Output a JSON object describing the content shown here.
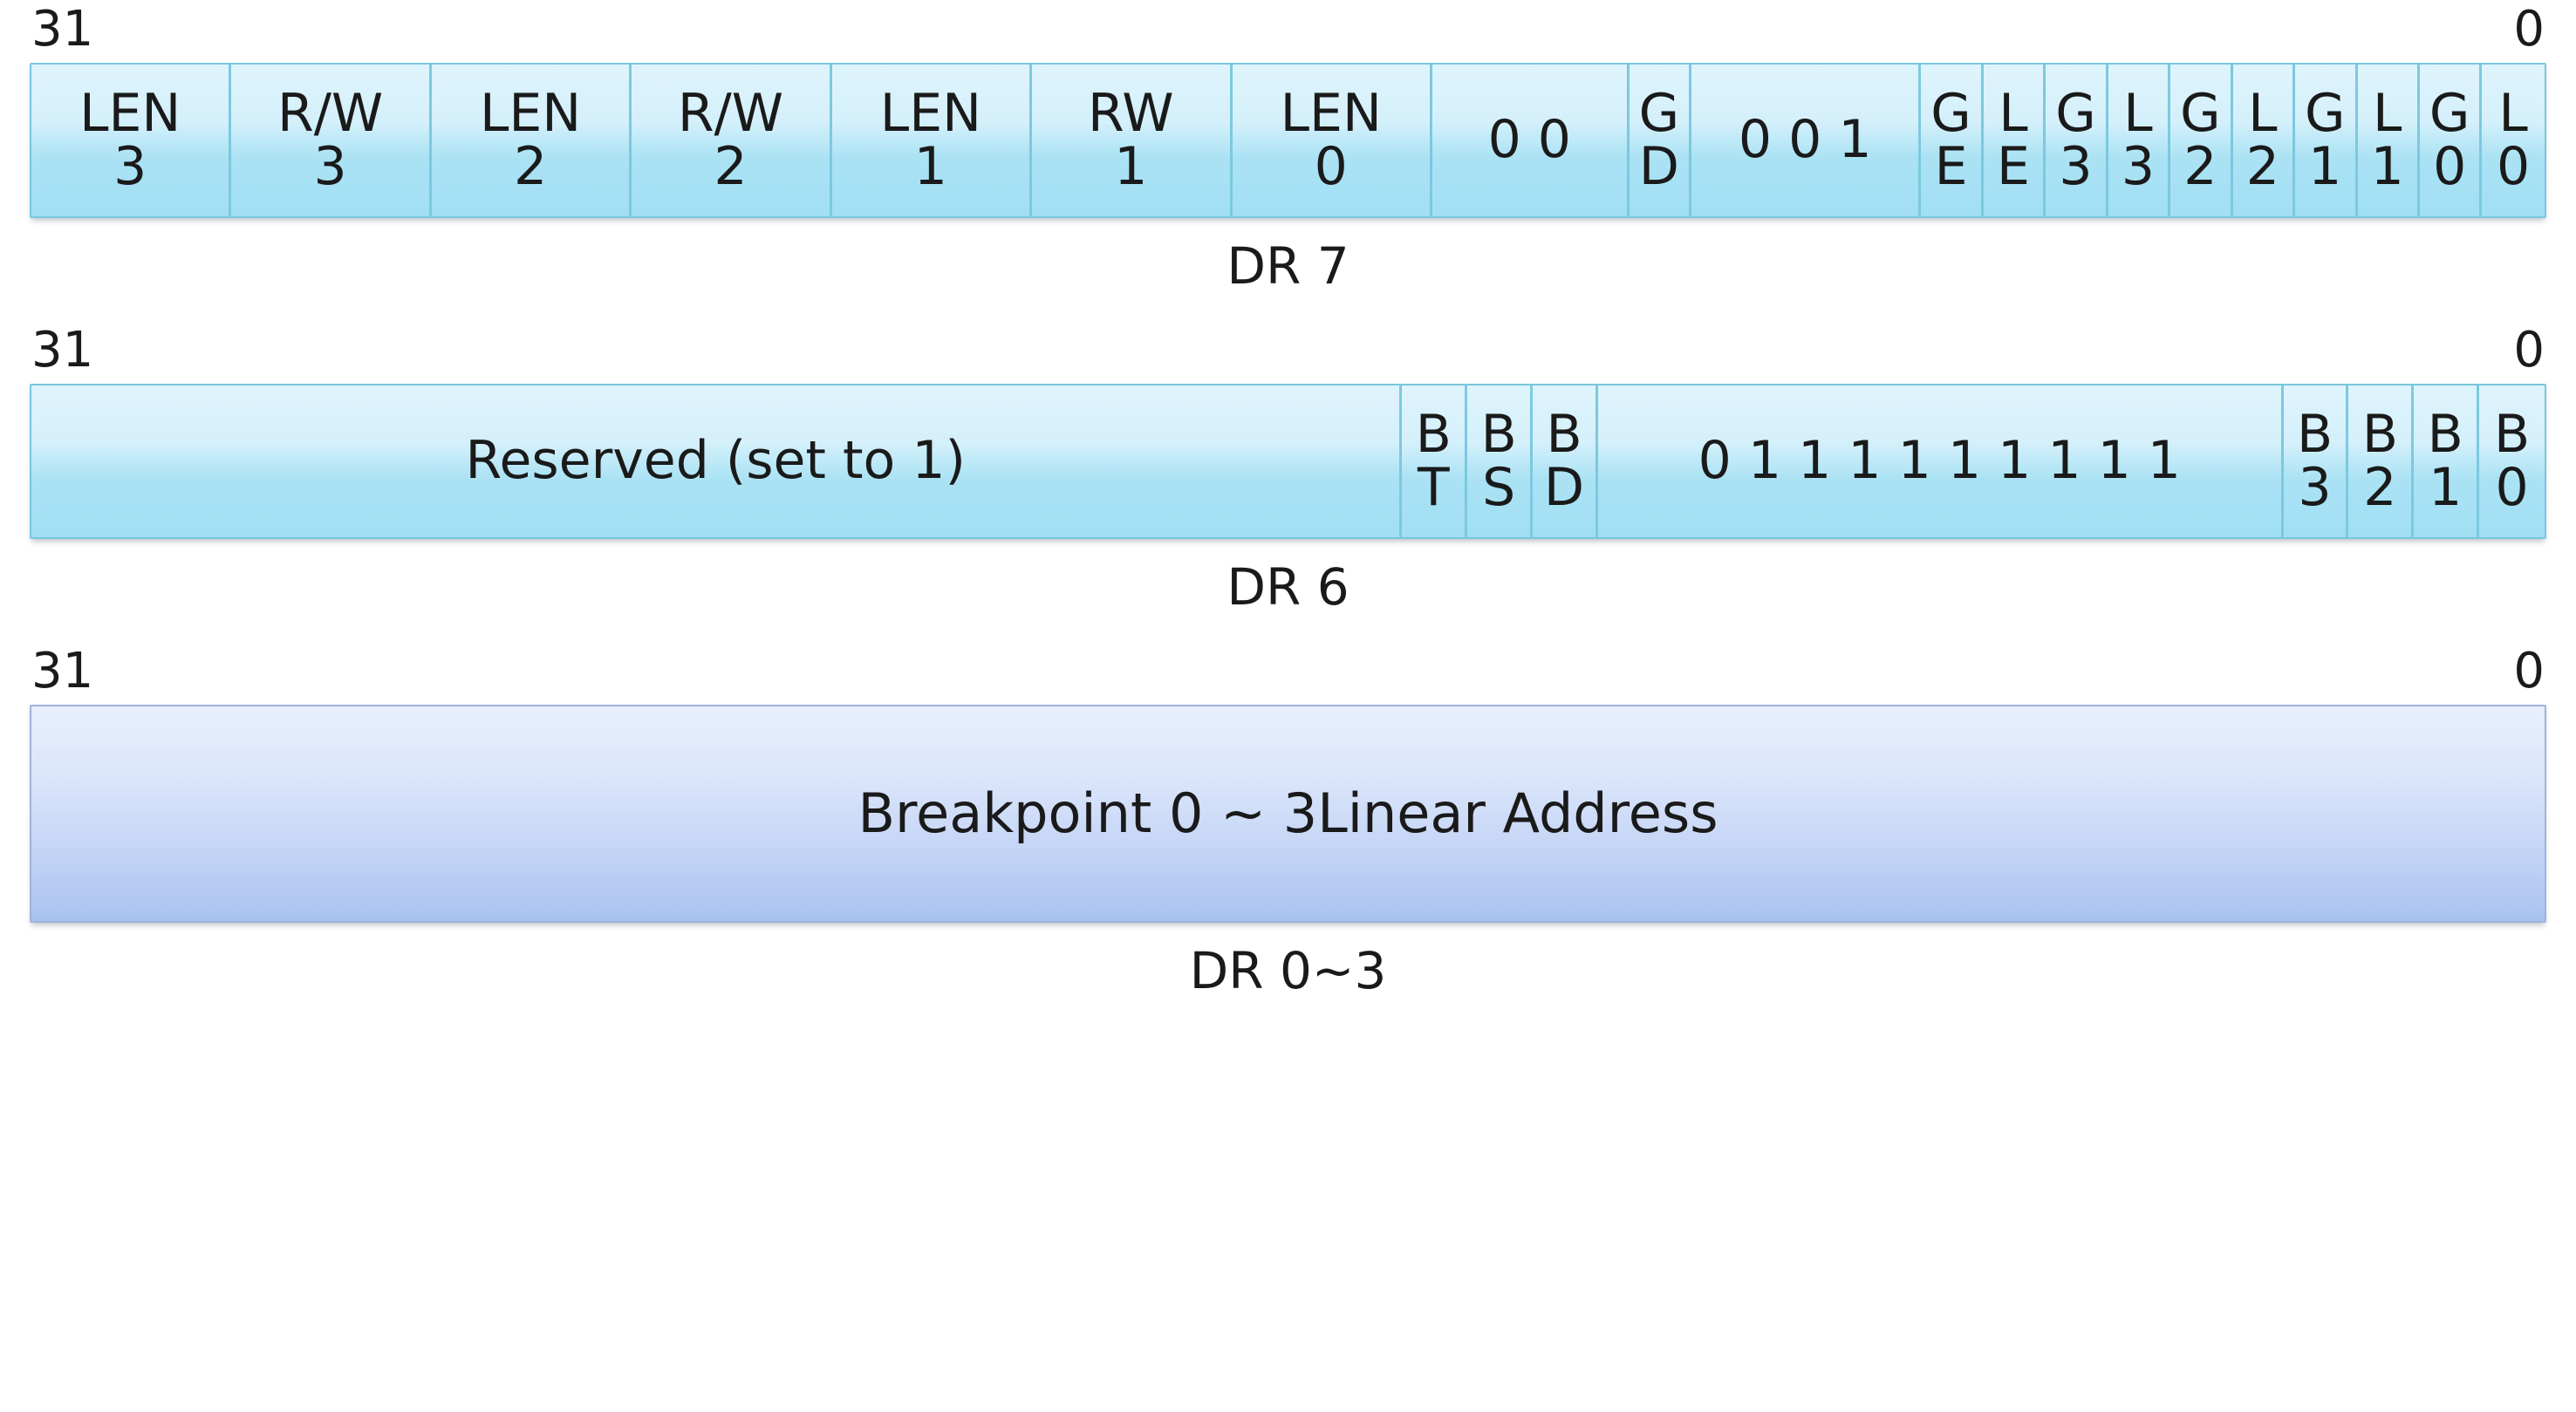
{
  "registers": [
    {
      "name": "dr7",
      "caption": "DR 7",
      "msb_label": "31",
      "lsb_label": "0",
      "fields": [
        {
          "lines": [
            "LEN",
            "3"
          ],
          "weight": 122
        },
        {
          "lines": [
            "R/W",
            "3"
          ],
          "weight": 122
        },
        {
          "lines": [
            "LEN",
            "2"
          ],
          "weight": 122
        },
        {
          "lines": [
            "R/W",
            "2"
          ],
          "weight": 122
        },
        {
          "lines": [
            "LEN",
            "1"
          ],
          "weight": 122
        },
        {
          "lines": [
            "RW",
            "1"
          ],
          "weight": 122
        },
        {
          "lines": [
            "LEN",
            "0"
          ],
          "weight": 122
        },
        {
          "lines": [
            "0 0"
          ],
          "weight": 120
        },
        {
          "lines": [
            "G",
            "D"
          ],
          "weight": 38
        },
        {
          "lines": [
            "0 0 1"
          ],
          "weight": 140
        },
        {
          "lines": [
            "G",
            "E"
          ],
          "weight": 38
        },
        {
          "lines": [
            "L",
            "E"
          ],
          "weight": 38
        },
        {
          "lines": [
            "G",
            "3"
          ],
          "weight": 38
        },
        {
          "lines": [
            "L",
            "3"
          ],
          "weight": 38
        },
        {
          "lines": [
            "G",
            "2"
          ],
          "weight": 38
        },
        {
          "lines": [
            "L",
            "2"
          ],
          "weight": 38
        },
        {
          "lines": [
            "G",
            "1"
          ],
          "weight": 38
        },
        {
          "lines": [
            "L",
            "1"
          ],
          "weight": 38
        },
        {
          "lines": [
            "G",
            "0"
          ],
          "weight": 38
        },
        {
          "lines": [
            "L",
            "0"
          ],
          "weight": 38
        }
      ]
    },
    {
      "name": "dr6",
      "caption": "DR 6",
      "msb_label": "31",
      "lsb_label": "0",
      "fields": [
        {
          "lines": [
            "Reserved (set to 1)"
          ],
          "weight": 840
        },
        {
          "lines": [
            "B",
            "T"
          ],
          "weight": 40
        },
        {
          "lines": [
            "B",
            "S"
          ],
          "weight": 40
        },
        {
          "lines": [
            "B",
            "D"
          ],
          "weight": 40
        },
        {
          "lines": [
            "0 1 1 1 1 1 1 1 1 1"
          ],
          "weight": 420
        },
        {
          "lines": [
            "B",
            "3"
          ],
          "weight": 40
        },
        {
          "lines": [
            "B",
            "2"
          ],
          "weight": 40
        },
        {
          "lines": [
            "B",
            "1"
          ],
          "weight": 40
        },
        {
          "lines": [
            "B",
            "0"
          ],
          "weight": 40
        }
      ]
    }
  ],
  "dr03": {
    "name": "dr03",
    "caption": "DR 0~3",
    "msb_label": "31",
    "lsb_label": "0",
    "label": "Breakpoint 0 ~  3Linear Address"
  },
  "colors": {
    "cyan_fill_top": "#dff4fc",
    "cyan_fill_bottom": "#a2dff3",
    "cyan_border": "#7cc9e0",
    "periwinkle_top": "#e8eefc",
    "periwinkle_bottom": "#a9c2f0",
    "periwinkle_border": "#9fb4da",
    "text": "#1a1a1a"
  }
}
